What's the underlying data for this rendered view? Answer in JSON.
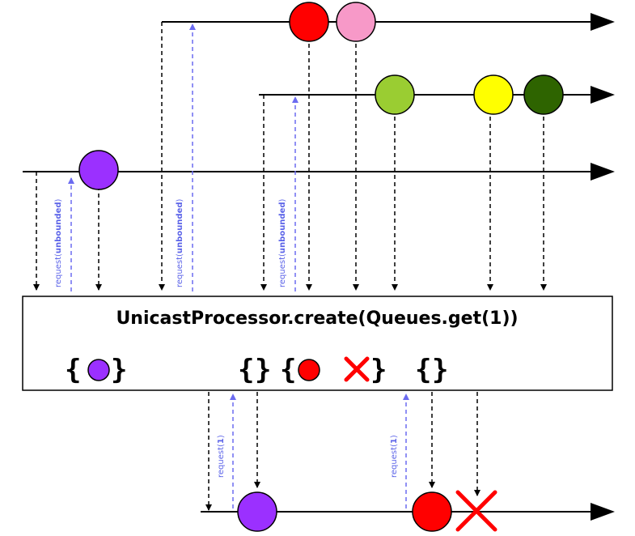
{
  "processor": {
    "label": "UnicastProcessor.create(Queues.get(1))"
  },
  "requests": {
    "unbounded": {
      "prefix": "request(",
      "arg": "unbounded",
      "suffix": ")"
    },
    "one": {
      "prefix": "request(",
      "arg": "1",
      "suffix": ")"
    }
  },
  "queue_states": {
    "state1": {
      "open": "{",
      "close": "}"
    },
    "state2": {
      "open": "{",
      "close": "}"
    },
    "state3": {
      "open": "{",
      "close": "}"
    },
    "state4": {
      "open": "{",
      "close": "}"
    }
  },
  "colors": {
    "purple": "#9b30ff",
    "red": "#ff0000",
    "pink": "#f799c8",
    "light_green": "#9acd32",
    "yellow": "#ffff00",
    "dark_green": "#2e6400",
    "request_arrow": "#6b6bf0",
    "error": "#ff0000"
  }
}
